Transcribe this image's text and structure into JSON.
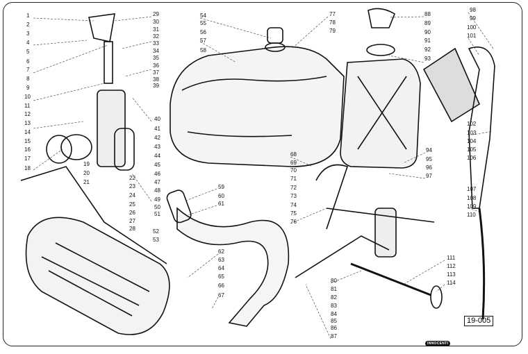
{
  "diagram": {
    "plate_code": "19-005",
    "logo_text": "INNOCENTI",
    "callouts": {
      "left": [
        "1",
        "2",
        "3",
        "4",
        "5",
        "6",
        "7",
        "8",
        "9",
        "10",
        "11",
        "12",
        "13",
        "14",
        "15",
        "16",
        "17",
        "18"
      ],
      "carb_small": [
        "19",
        "20",
        "21"
      ],
      "carb_bottom": [
        "22",
        "23",
        "24",
        "25",
        "26",
        "27",
        "28"
      ],
      "carb_top_right": [
        "29",
        "30",
        "31",
        "32",
        "33",
        "34",
        "35",
        "36",
        "37",
        "38",
        "39"
      ],
      "carb_right": [
        "40",
        "41",
        "42",
        "43",
        "44",
        "45",
        "46",
        "47",
        "48",
        "49",
        "50",
        "51"
      ],
      "flange": [
        "52",
        "53"
      ],
      "tank_left": [
        "54",
        "55",
        "56",
        "57",
        "58"
      ],
      "exhaust_top": [
        "59",
        "60",
        "61"
      ],
      "exhaust_clamp": [
        "62",
        "63",
        "64",
        "65",
        "66",
        "67"
      ],
      "tap": [
        "68",
        "69",
        "70",
        "71",
        "72",
        "73",
        "74",
        "75",
        "76"
      ],
      "tank_top": [
        "77",
        "78",
        "79"
      ],
      "fuel_line": [
        "80",
        "81",
        "82",
        "83",
        "84",
        "85",
        "86",
        "87"
      ],
      "oil_tank": [
        "88",
        "89",
        "90",
        "91",
        "92",
        "93"
      ],
      "oil_tank_bottom": [
        "94",
        "95",
        "96",
        "97"
      ],
      "filter_top": [
        "98",
        "99",
        "100",
        "101"
      ],
      "filter_hose": [
        "102",
        "103",
        "104",
        "105",
        "106",
        "107",
        "108",
        "109",
        "110"
      ],
      "choke": [
        "111",
        "112",
        "113",
        "114"
      ]
    }
  }
}
